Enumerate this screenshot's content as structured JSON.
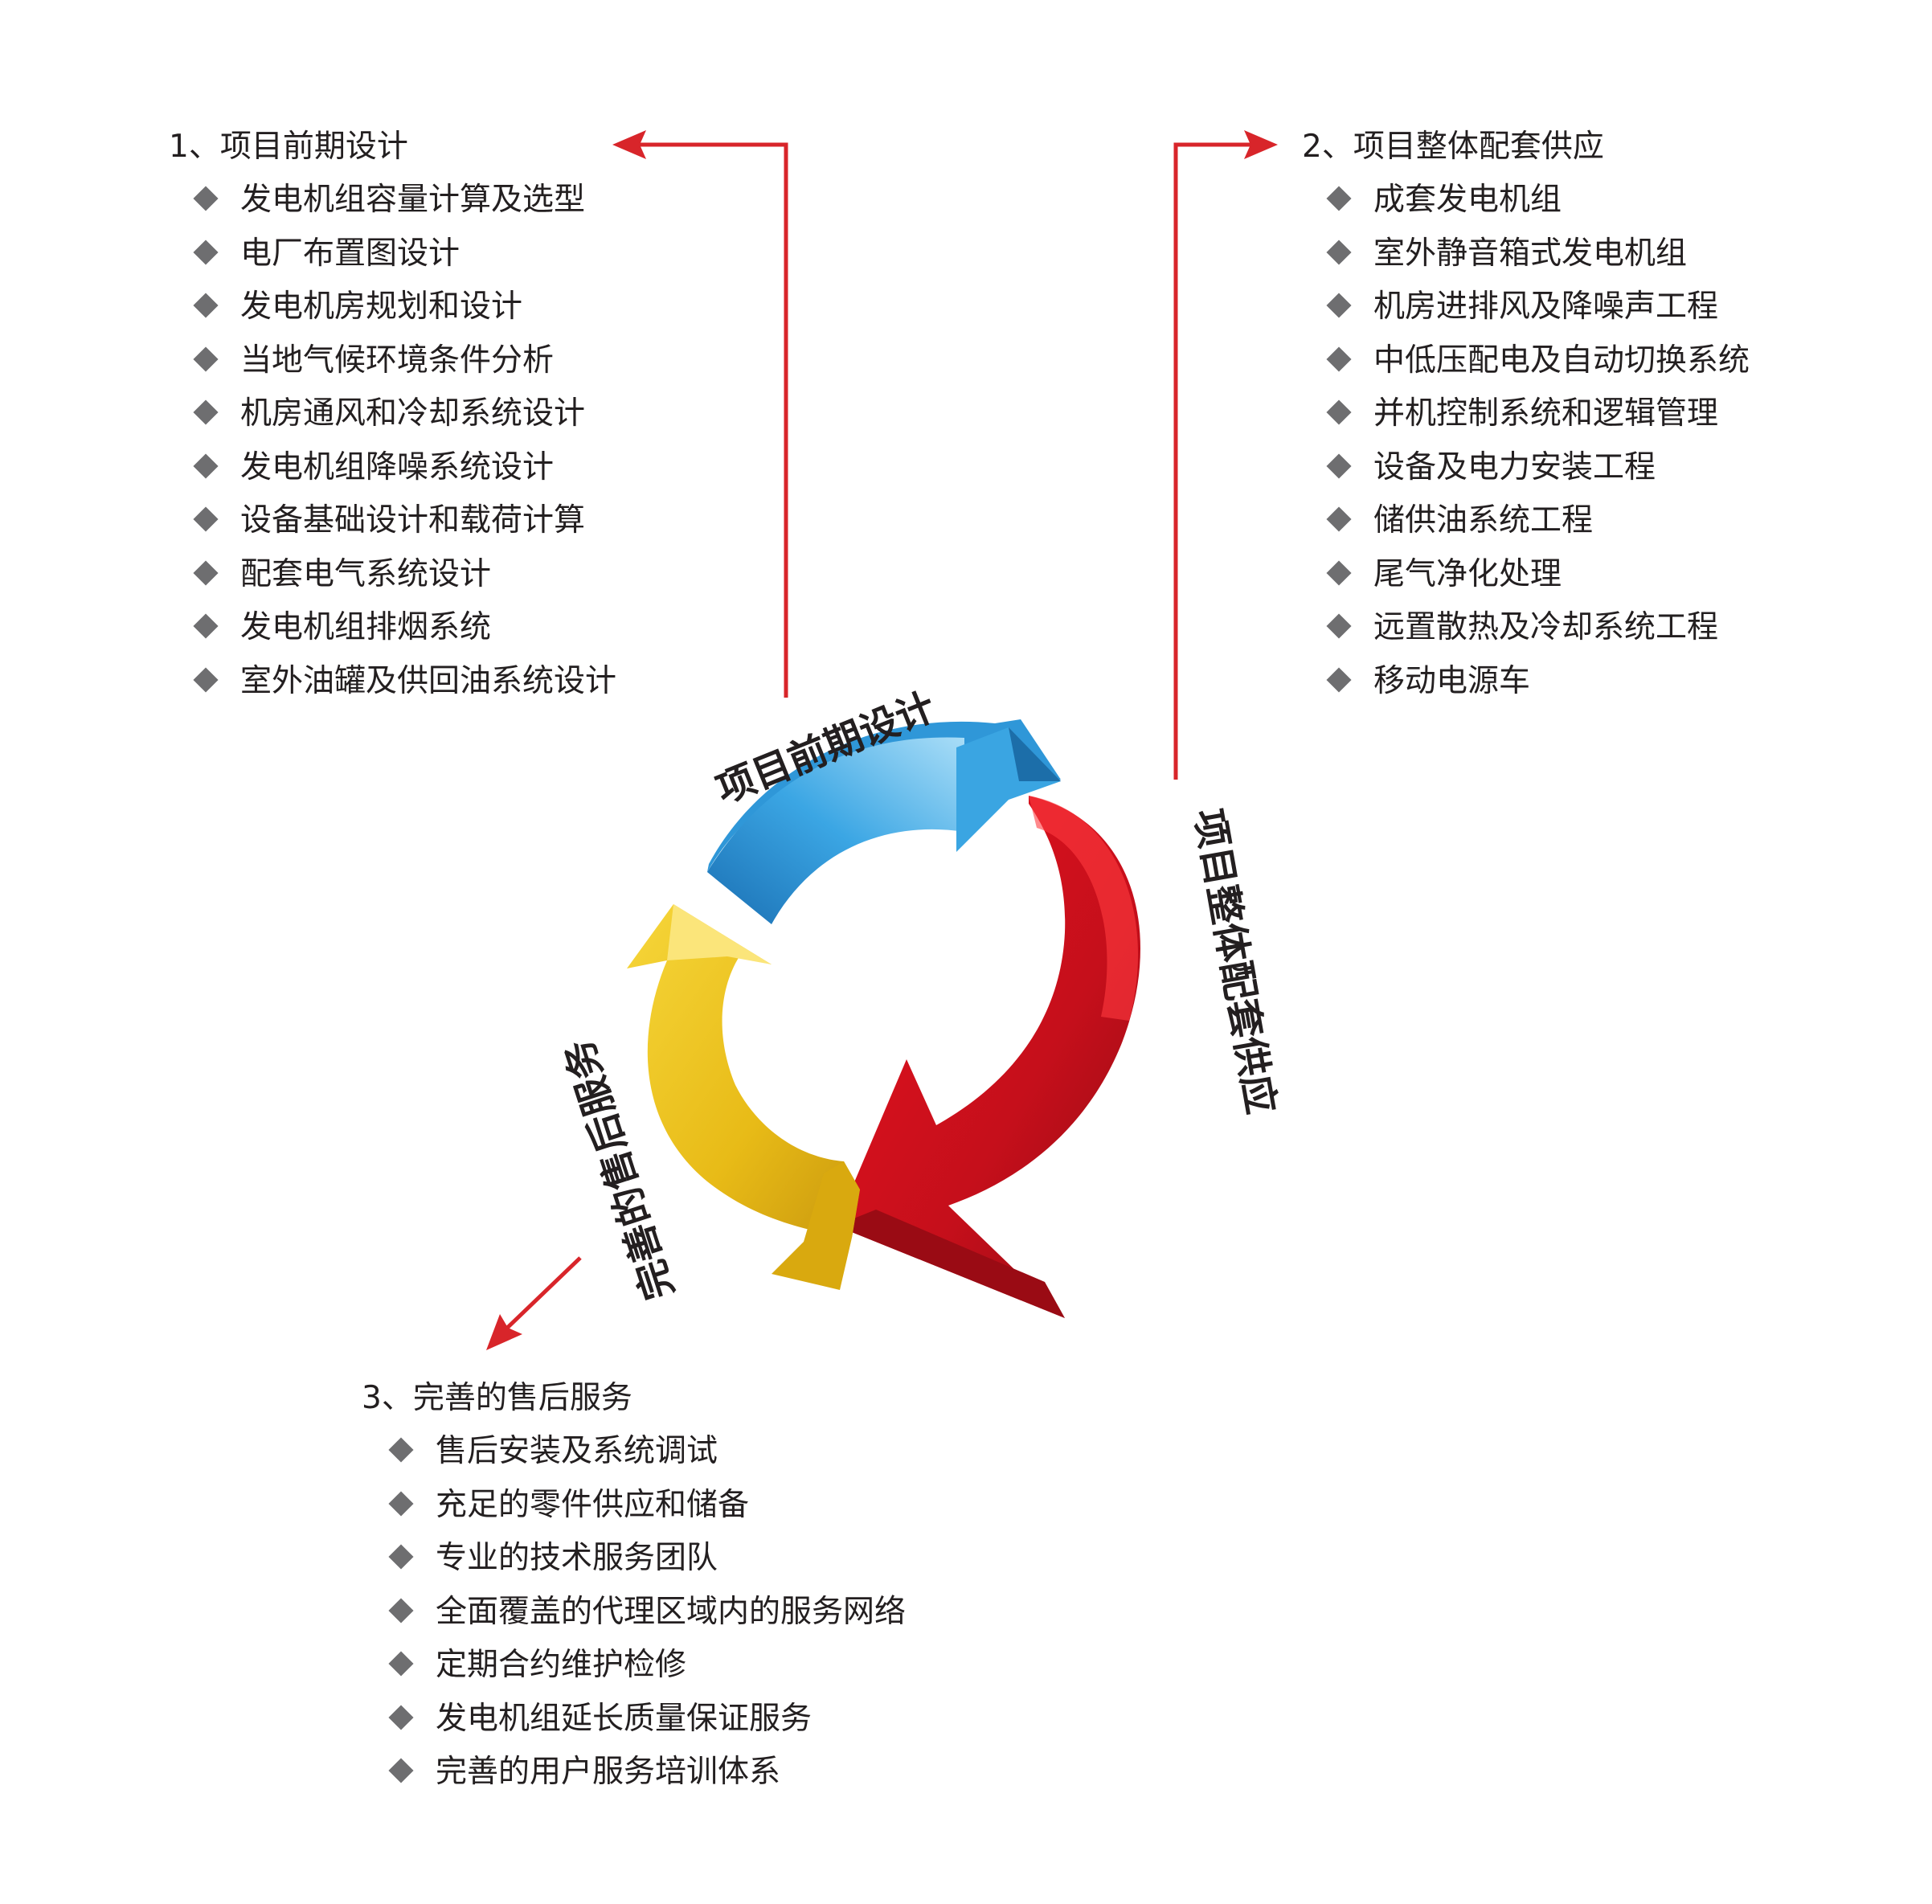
{
  "section1": {
    "title": "1、项目前期设计",
    "items": [
      "发电机组容量计算及选型",
      "电厂布置图设计",
      "发电机房规划和设计",
      "当地气候环境条件分析",
      "机房通风和冷却系统设计",
      "发电机组降噪系统设计",
      "设备基础设计和载荷计算",
      "配套电气系统设计",
      "发电机组排烟系统",
      "室外油罐及供回油系统设计"
    ]
  },
  "section2": {
    "title": "2、项目整体配套供应",
    "items": [
      "成套发电机组",
      "室外静音箱式发电机组",
      "机房进排风及降噪声工程",
      "中低压配电及自动切换系统",
      "并机控制系统和逻辑管理",
      "设备及电力安装工程",
      "储供油系统工程",
      "尾气净化处理",
      "远置散热及冷却系统工程",
      "移动电源车"
    ]
  },
  "section3": {
    "title": "3、完善的售后服务",
    "items": [
      "售后安装及系统调试",
      "充足的零件供应和储备",
      "专业的技术服务团队",
      "全面覆盖的代理区域内的服务网络",
      "定期合约维护检修",
      "发电机组延长质量保证服务",
      "完善的用户服务培训体系"
    ]
  },
  "cycle": {
    "label_design": "项目前期设计",
    "label_supply": "项目整体配套供应",
    "label_service": "完善的售后服务",
    "colors": {
      "design": "#2f97d8",
      "supply": "#d5101c",
      "service": "#f0c21a",
      "connector": "#d8252a"
    }
  }
}
